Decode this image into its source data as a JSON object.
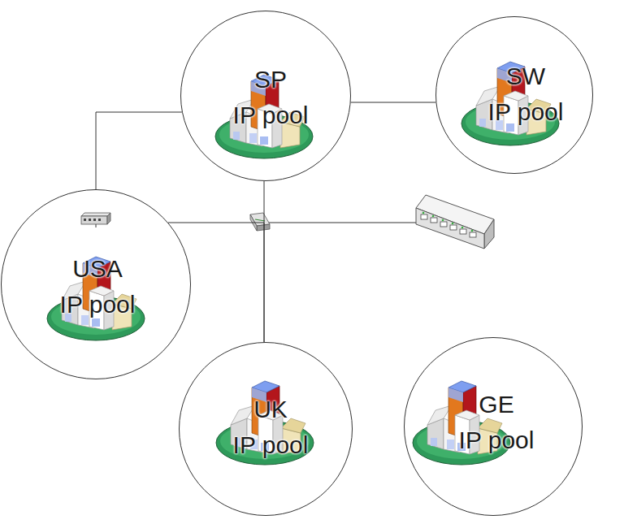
{
  "diagram": {
    "nodes": [
      {
        "text": [
          "SP",
          "IP pool"
        ]
      },
      {
        "text": [
          "SW",
          "IP pool"
        ]
      },
      {
        "text": [
          "USA",
          "IP pool"
        ]
      },
      {
        "text": [
          "UK",
          "IP pool"
        ]
      },
      {
        "text": [
          "GE",
          "IP pool"
        ]
      }
    ],
    "edges": [
      {
        "from": 0,
        "to": 1,
        "arrow": "none"
      },
      {
        "from": 0,
        "to": 2,
        "arrow": "none"
      },
      {
        "from": 0,
        "to": 3,
        "arrow": "none"
      },
      {
        "from": 2,
        "to": 3,
        "arrow": "none"
      }
    ]
  }
}
